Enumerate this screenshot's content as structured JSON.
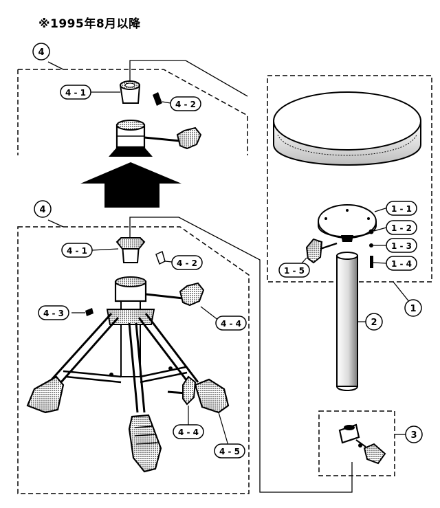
{
  "header": {
    "note": "※1995年8月以降"
  },
  "labels": {
    "assy_upper": "4",
    "assy_lower": "4",
    "p4_1_upper": "4 - 1",
    "p4_2_upper": "4 - 2",
    "p4_1_lower": "4 - 1",
    "p4_2_lower": "4 - 2",
    "p4_3": "4 - 3",
    "p4_4_right": "4 - 4",
    "p4_4_bottom": "4 - 4",
    "p4_5": "4 - 5",
    "p1_1": "1 - 1",
    "p1_2": "1 - 2",
    "p1_3": "1 - 3",
    "p1_4": "1 - 4",
    "p1_5": "1 - 5",
    "p1": "1",
    "p2": "2",
    "p3": "3"
  }
}
